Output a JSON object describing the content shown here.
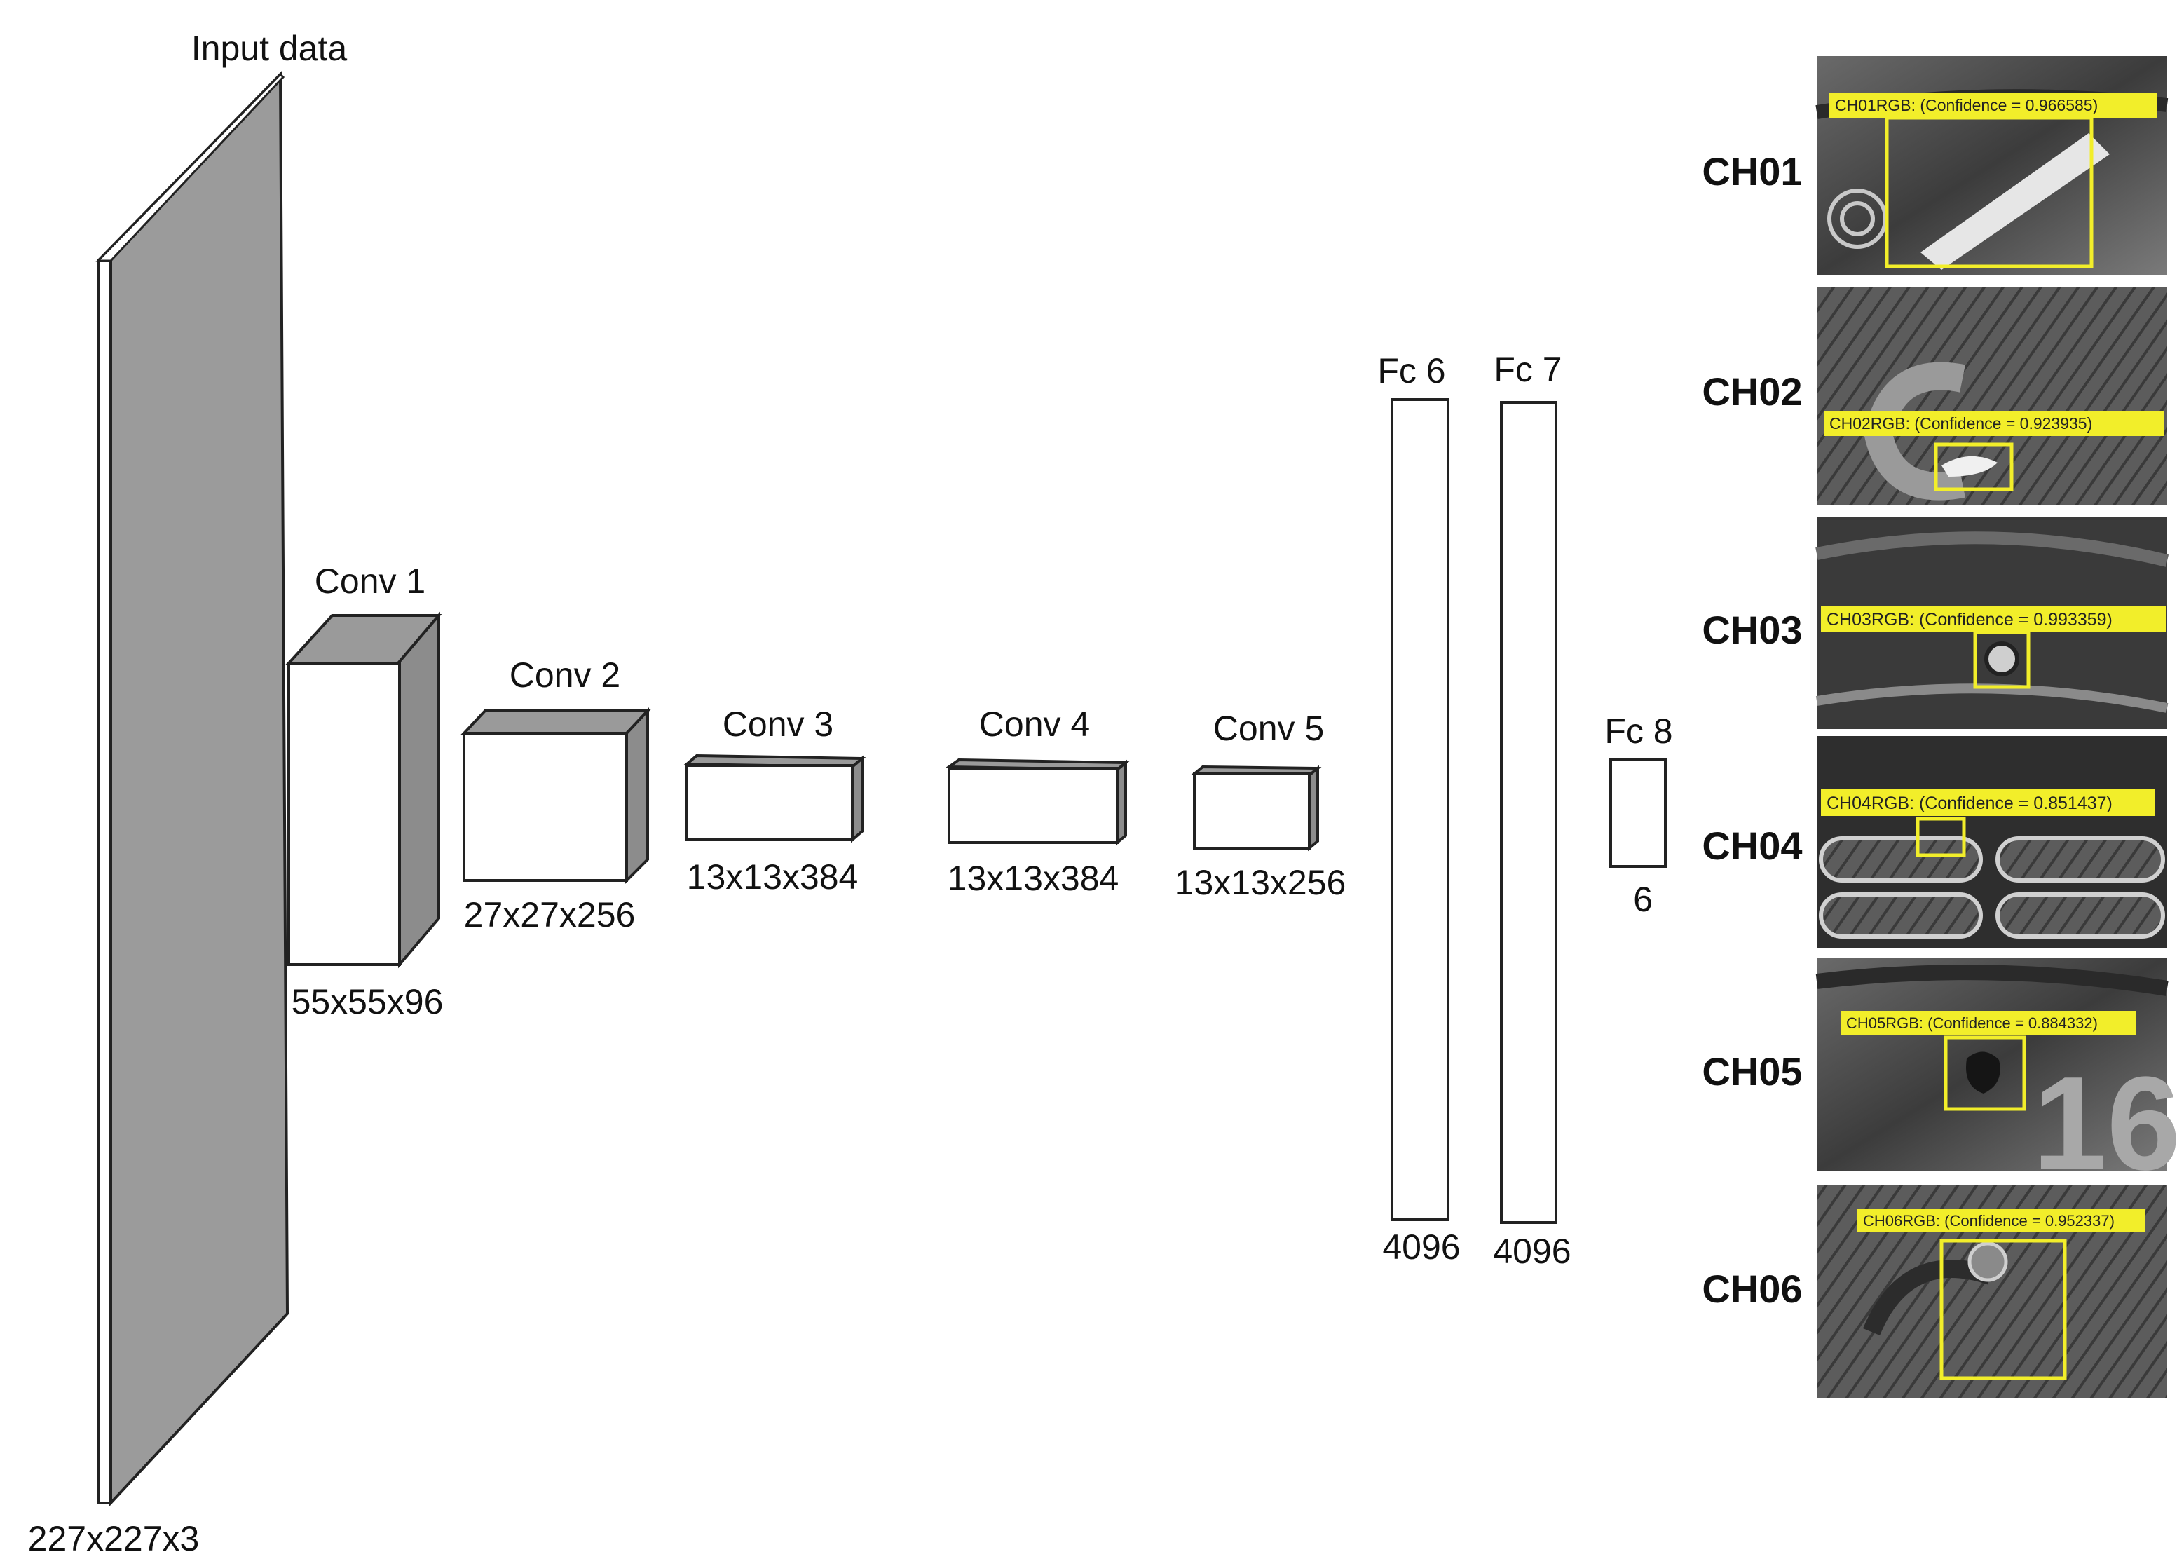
{
  "input": {
    "title": "Input data",
    "dims": "227x227x3"
  },
  "layers": [
    {
      "name": "Conv 1",
      "dims": "55x55x96"
    },
    {
      "name": "Conv 2",
      "dims": "27x27x256"
    },
    {
      "name": "Conv 3",
      "dims": "13x13x384"
    },
    {
      "name": "Conv 4",
      "dims": "13x13x384"
    },
    {
      "name": "Conv 5",
      "dims": "13x13x256"
    }
  ],
  "fc": [
    {
      "name": "Fc 6",
      "dims": "4096"
    },
    {
      "name": "Fc 7",
      "dims": "4096"
    },
    {
      "name": "Fc 8",
      "dims": "6"
    }
  ],
  "classes": [
    {
      "label": "CH01",
      "detection": "CH01RGB: (Confidence = 0.966585)"
    },
    {
      "label": "CH02",
      "detection": "CH02RGB: (Confidence = 0.923935)"
    },
    {
      "label": "CH03",
      "detection": "CH03RGB: (Confidence = 0.993359)"
    },
    {
      "label": "CH04",
      "detection": "CH04RGB: (Confidence = 0.851437)"
    },
    {
      "label": "CH05",
      "detection": "CH05RGB: (Confidence = 0.884332)"
    },
    {
      "label": "CH06",
      "detection": "CH06RGB: (Confidence = 0.952337)"
    }
  ],
  "colors": {
    "layer_face": "#ffffff",
    "layer_shade": "#8c8c8c",
    "detection_box": "#f2ee2a",
    "tire_dark": "#2a2a2a",
    "tire_light": "#9a9a9a"
  }
}
